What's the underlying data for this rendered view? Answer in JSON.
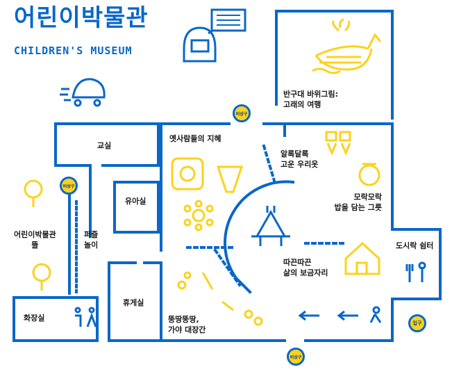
{
  "header": {
    "title_ko": "어린이박물관",
    "title_en": "CHILDREN'S MUSEUM"
  },
  "colors": {
    "blue": "#0a67c7",
    "yellow": "#fcd21c",
    "text": "#1a1a1a"
  },
  "rooms": {
    "whale": "반구대 바위그림:",
    "whale2": "고래의 여행",
    "classroom": "교실",
    "infant": "유아실",
    "puzzle1": "퍼즐",
    "puzzle2": "놀이",
    "garden1": "어린이박물관",
    "garden2": "뜰",
    "restroom": "화장실",
    "lounge": "휴게실",
    "wisdom": "옛사람들의 지혜",
    "clothes1": "알록달록",
    "clothes2": "고운 우리옷",
    "food1": "모락모락",
    "food2": "밥을 담는 그릇",
    "lunch": "도시락 쉼터",
    "house1": "따끈따끈",
    "house2": "삶의 보금자리",
    "tools1": "뚱땅뚱땅,",
    "tools2": "가야 대장간"
  },
  "badges": {
    "emergency": "비상구",
    "entrance": "입구"
  },
  "icons": [
    "whale-icon",
    "stroller-icon",
    "signboard-icon",
    "restroom-icon",
    "cutlery-icon",
    "pottery-icon",
    "mirror-icon",
    "tree-icon",
    "ceramic-vessel-icon",
    "hut-icon",
    "beads-icon",
    "bones-icon",
    "person-walking-icon",
    "arrow-left-icon"
  ]
}
